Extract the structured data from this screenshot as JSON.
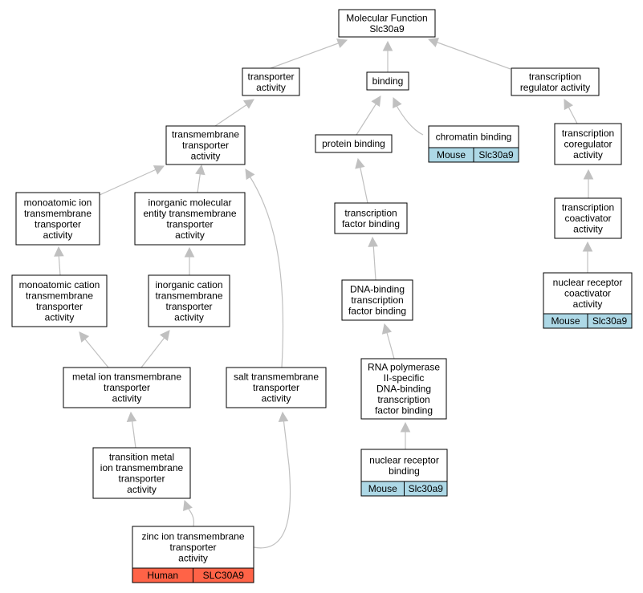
{
  "root": {
    "lines": [
      "Molecular Function",
      "Slc30a9"
    ]
  },
  "nodes": {
    "transporter_activity": {
      "lines": [
        "transporter",
        "activity"
      ]
    },
    "binding": {
      "lines": [
        "binding"
      ]
    },
    "transcription_regulator_activity": {
      "lines": [
        "transcription",
        "regulator activity"
      ]
    },
    "transmembrane_transporter_activity": {
      "lines": [
        "transmembrane",
        "transporter",
        "activity"
      ]
    },
    "protein_binding": {
      "lines": [
        "protein binding"
      ]
    },
    "chromatin_binding": {
      "lines": [
        "chromatin binding"
      ],
      "annotation": {
        "species": "Mouse",
        "gene": "Slc30a9"
      }
    },
    "transcription_coregulator_activity": {
      "lines": [
        "transcription",
        "coregulator",
        "activity"
      ]
    },
    "monoatomic_ion_tt_activity": {
      "lines": [
        "monoatomic ion",
        "transmembrane",
        "transporter",
        "activity"
      ]
    },
    "inorganic_molecular_entity_tt_activity": {
      "lines": [
        "inorganic molecular",
        "entity transmembrane",
        "transporter",
        "activity"
      ]
    },
    "transcription_factor_binding": {
      "lines": [
        "transcription",
        "factor binding"
      ]
    },
    "transcription_coactivator_activity": {
      "lines": [
        "transcription",
        "coactivator",
        "activity"
      ]
    },
    "monoatomic_cation_tt_activity": {
      "lines": [
        "monoatomic cation",
        "transmembrane",
        "transporter",
        "activity"
      ]
    },
    "inorganic_cation_tt_activity": {
      "lines": [
        "inorganic cation",
        "transmembrane",
        "transporter",
        "activity"
      ]
    },
    "dna_binding_tf_binding": {
      "lines": [
        "DNA-binding",
        "transcription",
        "factor binding"
      ]
    },
    "nuclear_receptor_coactivator_activity": {
      "lines": [
        "nuclear receptor",
        "coactivator",
        "activity"
      ],
      "annotation": {
        "species": "Mouse",
        "gene": "Slc30a9"
      }
    },
    "metal_ion_tt_activity": {
      "lines": [
        "metal ion transmembrane",
        "transporter",
        "activity"
      ]
    },
    "salt_tt_activity": {
      "lines": [
        "salt transmembrane",
        "transporter",
        "activity"
      ]
    },
    "rna_pol_ii_dna_binding_tf_binding": {
      "lines": [
        "RNA polymerase",
        "II-specific",
        "DNA-binding",
        "transcription",
        "factor binding"
      ]
    },
    "transition_metal_ion_tt_activity": {
      "lines": [
        "transition metal",
        "ion transmembrane",
        "transporter",
        "activity"
      ]
    },
    "nuclear_receptor_binding": {
      "lines": [
        "nuclear receptor",
        "binding"
      ],
      "annotation": {
        "species": "Mouse",
        "gene": "Slc30a9"
      }
    },
    "zinc_ion_tt_activity": {
      "lines": [
        "zinc ion transmembrane",
        "transporter",
        "activity"
      ],
      "annotation": {
        "species": "Human",
        "gene": "SLC30A9"
      }
    }
  },
  "colors": {
    "edge": "#c0c0c0",
    "mouse_annotation": "#add8e6",
    "human_annotation": "#ff6347",
    "node_border": "#000000"
  }
}
